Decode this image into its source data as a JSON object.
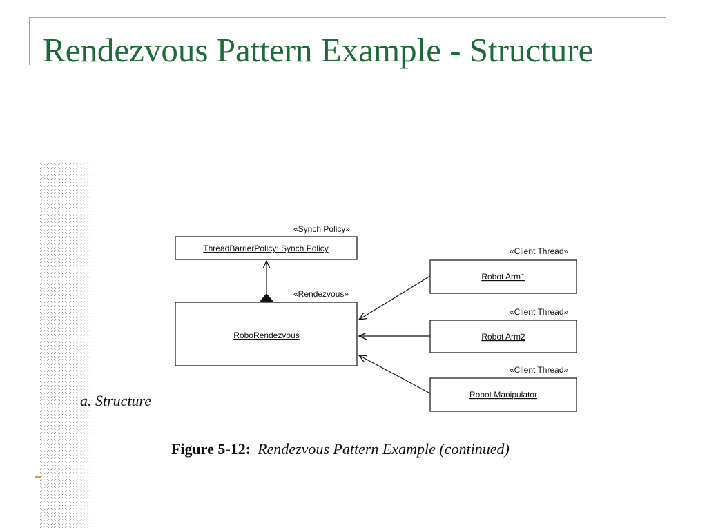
{
  "title": "Rendezvous Pattern Example - Structure",
  "colors": {
    "title": "#1e6b3a",
    "accent": "#d4a72c"
  },
  "diagram": {
    "policy": {
      "stereotype": "«Synch Policy»",
      "name": "ThreadBarrierPolicy: Synch Policy"
    },
    "rendezvous": {
      "stereotype": "«Rendezvous»",
      "name": "RoboRendezvous"
    },
    "clients": [
      {
        "stereotype": "«Client Thread»",
        "name": "Robot Arm1"
      },
      {
        "stereotype": "«Client Thread»",
        "name": "Robot Arm2"
      },
      {
        "stereotype": "«Client Thread»",
        "name": "Robot Manipulator"
      }
    ],
    "sublabel": "a. Structure"
  },
  "caption": {
    "figure": "Figure 5-12:",
    "text": "Rendezvous Pattern Example (continued)"
  }
}
